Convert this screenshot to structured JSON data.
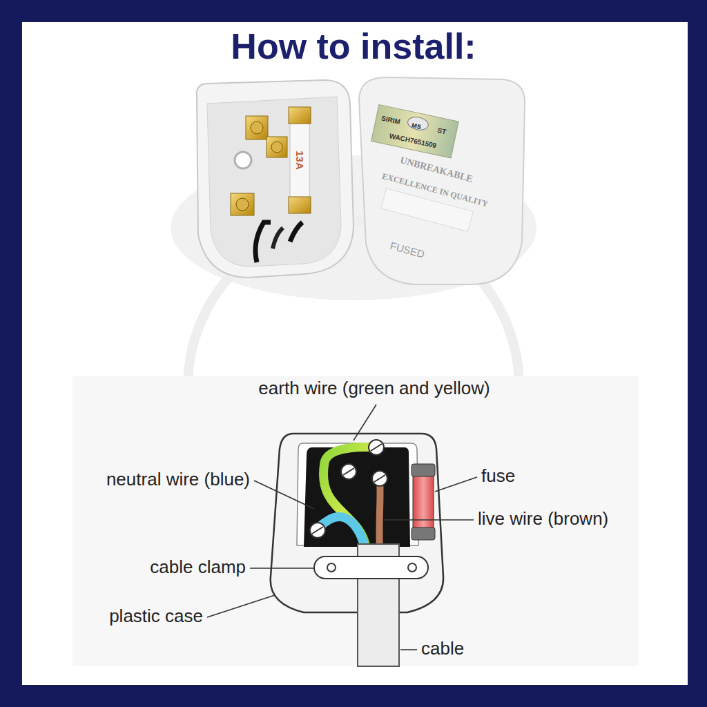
{
  "diagram": {
    "title": "How to install:",
    "labels": [
      "13A",
      "SIRIM",
      "MS",
      "ST",
      "WACH7651509",
      "UNBREAKABLE",
      "EXCELLENCE IN QUALITY",
      "FUSED",
      "earth wire (green and yellow)",
      "neutral wire (blue)",
      "fuse",
      "live wire (brown)",
      "cable clamp",
      "plastic case",
      "cable"
    ]
  }
}
